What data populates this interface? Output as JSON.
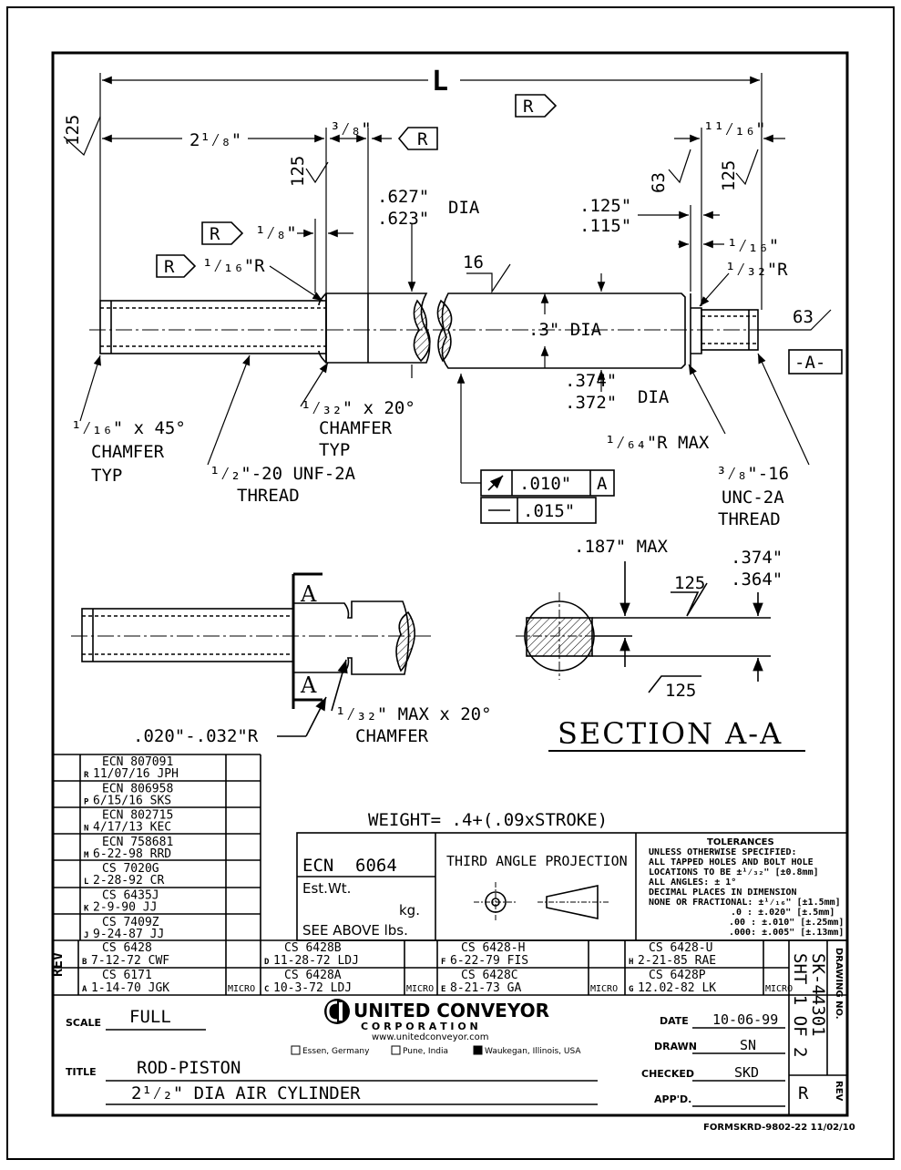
{
  "drawing": {
    "dim_L": "L",
    "dim_2_1_8": "2¹⁄₈\"",
    "dim_3_8": "³⁄₈\"",
    "dim_11_16": "¹¹⁄₁₆\"",
    "dim_1_8": "¹⁄₈\"",
    "dim_1_16_R": "¹⁄₁₆\"R",
    "dim_627": ".627\"",
    "dim_623": ".623\"",
    "dim_dia": "DIA",
    "dim_125a": ".125\"",
    "dim_115": ".115\"",
    "dim_1_16b": "¹⁄₁₆\"",
    "dim_1_32_R": "¹⁄₃₂\"R",
    "dim_3_dia": ".3\" DIA",
    "dim_374": ".374\"",
    "dim_372": ".372\"",
    "dim_1_64": "¹⁄₆₄\"R MAX",
    "finish_125": "125",
    "finish_63": "63",
    "finish_16": "16",
    "datum_A": "-A-",
    "ref_R": "R",
    "note_chamfer45_1": "¹⁄₁₆\" x 45°",
    "note_chamfer45_2": "CHAMFER",
    "note_chamfer45_3": "TYP",
    "note_thread1_1": "¹⁄₂\"-20 UNF-2A",
    "note_thread1_2": "THREAD",
    "note_chamfer20_1": "¹⁄₃₂\" x 20°",
    "note_chamfer20_2": "CHAMFER",
    "note_chamfer20_3": "TYP",
    "note_thread2_1": "³⁄₈\"-16",
    "note_thread2_2": "UNC-2A",
    "note_thread2_3": "THREAD",
    "tol_runout_value": ".010\"",
    "tol_runout_datum": "A",
    "tol_straight_value": ".015\"",
    "sec_187": ".187\" MAX",
    "sec_374": ".374\"",
    "sec_364": ".364\"",
    "sec_letter": "A",
    "note_radius": ".020\"-.032\"R",
    "note_max_chamfer_1": "¹⁄₃₂\" MAX x 20°",
    "note_max_chamfer_2": "CHAMFER",
    "section_title": "SECTION A-A",
    "weight": "WEIGHT= .4+(.09xSTROKE)"
  },
  "revisions_left": [
    {
      "letter": "R",
      "line1": "ECN 807091",
      "line2": "11/07/16 JPH"
    },
    {
      "letter": "P",
      "line1": "ECN 806958",
      "line2": "6/15/16 SKS"
    },
    {
      "letter": "N",
      "line1": "ECN 802715",
      "line2": "4/17/13 KEC"
    },
    {
      "letter": "M",
      "line1": "ECN 758681",
      "line2": "6-22-98 RRD"
    },
    {
      "letter": "L",
      "line1": "CS 7020G",
      "line2": "2-28-92 CR"
    },
    {
      "letter": "K",
      "line1": "CS 6435J",
      "line2": "2-9-90 JJ"
    },
    {
      "letter": "J",
      "line1": "CS 7409Z",
      "line2": "9-24-87 JJ"
    }
  ],
  "revisions_bottom": [
    {
      "letter": "B",
      "line1": "CS 6428",
      "line2": "7-12-72 CWF"
    },
    {
      "letter": "D",
      "line1": "CS 6428B",
      "line2": "11-28-72 LDJ"
    },
    {
      "letter": "F",
      "line1": "CS 6428-H",
      "line2": "6-22-79 FIS"
    },
    {
      "letter": "H",
      "line1": "CS 6428-U",
      "line2": "2-21-85 RAE"
    },
    {
      "letter": "A",
      "line1": "CS 6171",
      "line2": "1-14-70 JGK"
    },
    {
      "letter": "C",
      "line1": "CS 6428A",
      "line2": "10-3-72 LDJ"
    },
    {
      "letter": "E",
      "line1": "CS 6428C",
      "line2": "8-21-73 GA"
    },
    {
      "letter": "G",
      "line1": "CS 6428P",
      "line2": "12.02-82 LK"
    }
  ],
  "block": {
    "rev_label": "REV",
    "micro": "MICRO",
    "ecn_label": "ECN",
    "ecn_value": "6064",
    "est_wt": "Est.Wt.",
    "kg": "kg.",
    "see_above": "SEE ABOVE lbs.",
    "projection": "THIRD ANGLE PROJECTION",
    "tol_title": "TOLERANCES",
    "tol_lines": [
      "UNLESS OTHERWISE SPECIFIED:",
      "ALL TAPPED HOLES AND BOLT HOLE",
      "LOCATIONS TO BE ±¹⁄₃₂\" [±0.8mm]",
      "ALL ANGLES: ± 1°",
      "DECIMAL PLACES IN DIMENSION",
      "NONE OR FRACTIONAL: ±¹⁄₁₆\" [±1.5mm]",
      ".0 : ±.020\" [±.5mm]",
      ".00 : ±.010\" [±.25mm]",
      ".000: ±.005\" [±.13mm]"
    ],
    "drawing_no_label": "DRAWING NO.",
    "drawing_no": "SK-44301",
    "sheet": "SHT 1 OF 2",
    "scale_label": "SCALE",
    "scale": "FULL",
    "company_1": "UNITED CONVEYOR",
    "company_2": "C O R P O R A T I O N",
    "website": "www.unitedconveyor.com",
    "loc1": "Essen, Germany",
    "loc2": "Pune, India",
    "loc3": "Waukegan, Illinois, USA",
    "date_label": "DATE",
    "date": "10-06-99",
    "drawn_label": "DRAWN",
    "drawn": "SN",
    "checked_label": "CHECKED",
    "checked": "SKD",
    "app_label": "APP'D.",
    "title_label": "TITLE",
    "title_1": "ROD-PISTON",
    "title_2": "2¹⁄₂\" DIA AIR CYLINDER",
    "rev": "R",
    "rev_label_v": "REV",
    "form": "FORMSKRD-9802-22 11/02/10"
  }
}
